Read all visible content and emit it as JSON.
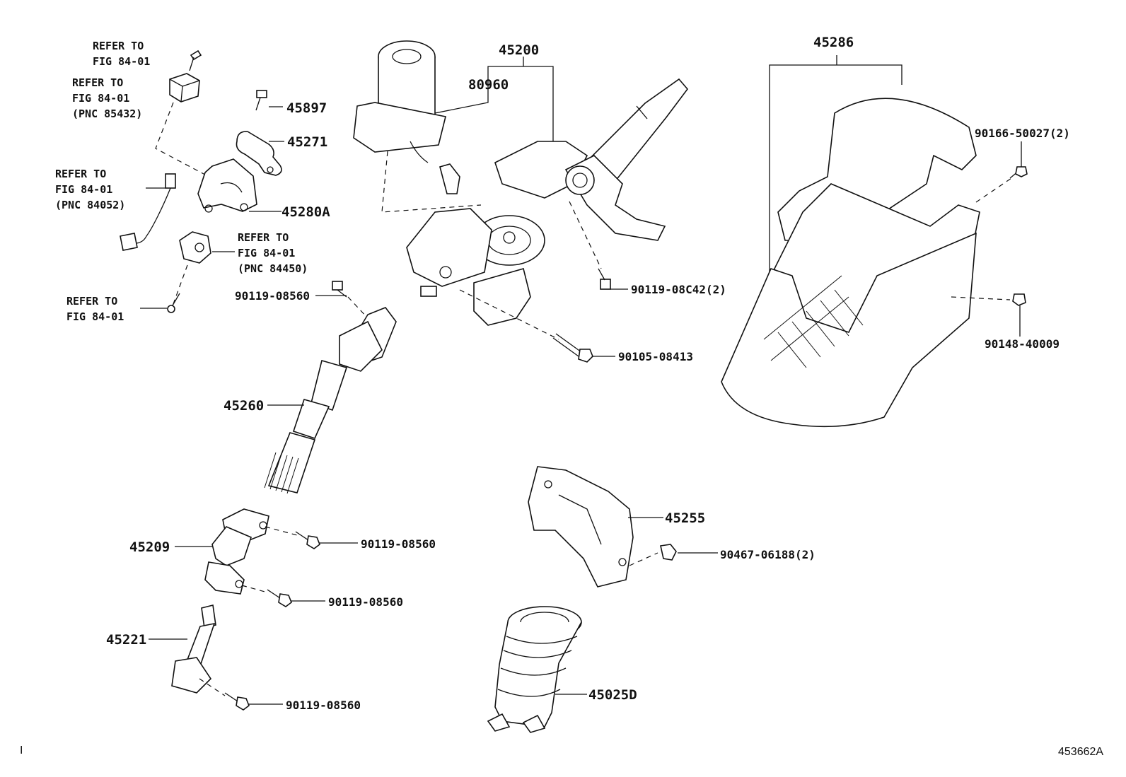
{
  "callouts": {
    "p45200": "45200",
    "p80960": "80960",
    "p45286": "45286",
    "p45897": "45897",
    "p45271": "45271",
    "p45280a": "45280A",
    "p45260": "45260",
    "p45209": "45209",
    "p45221": "45221",
    "p45255": "45255",
    "p45025d": "45025D",
    "p90119_08560_a": "90119-08560",
    "p90119_08560_b": "90119-08560",
    "p90119_08560_c": "90119-08560",
    "p90119_08560_d": "90119-08560",
    "p90119_08c42": "90119-08C42(2)",
    "p90105_08413": "90105-08413",
    "p90166_50027": "90166-50027(2)",
    "p90148_40009": "90148-40009",
    "p90467_06188": "90467-06188(2)"
  },
  "references": {
    "ref1_l1": "REFER TO",
    "ref1_l2": "FIG 84-01",
    "ref2_l1": "REFER TO",
    "ref2_l2": "FIG 84-01",
    "ref2_l3": "(PNC 85432)",
    "ref3_l1": "REFER TO",
    "ref3_l2": "FIG 84-01",
    "ref3_l3": "(PNC 84052)",
    "ref4_l1": "REFER TO",
    "ref4_l2": "FIG 84-01",
    "ref4_l3": "(PNC 84450)",
    "ref5_l1": "REFER TO",
    "ref5_l2": "FIG 84-01"
  },
  "footer": {
    "figure_id": "453662A",
    "corner_mark": "I"
  }
}
